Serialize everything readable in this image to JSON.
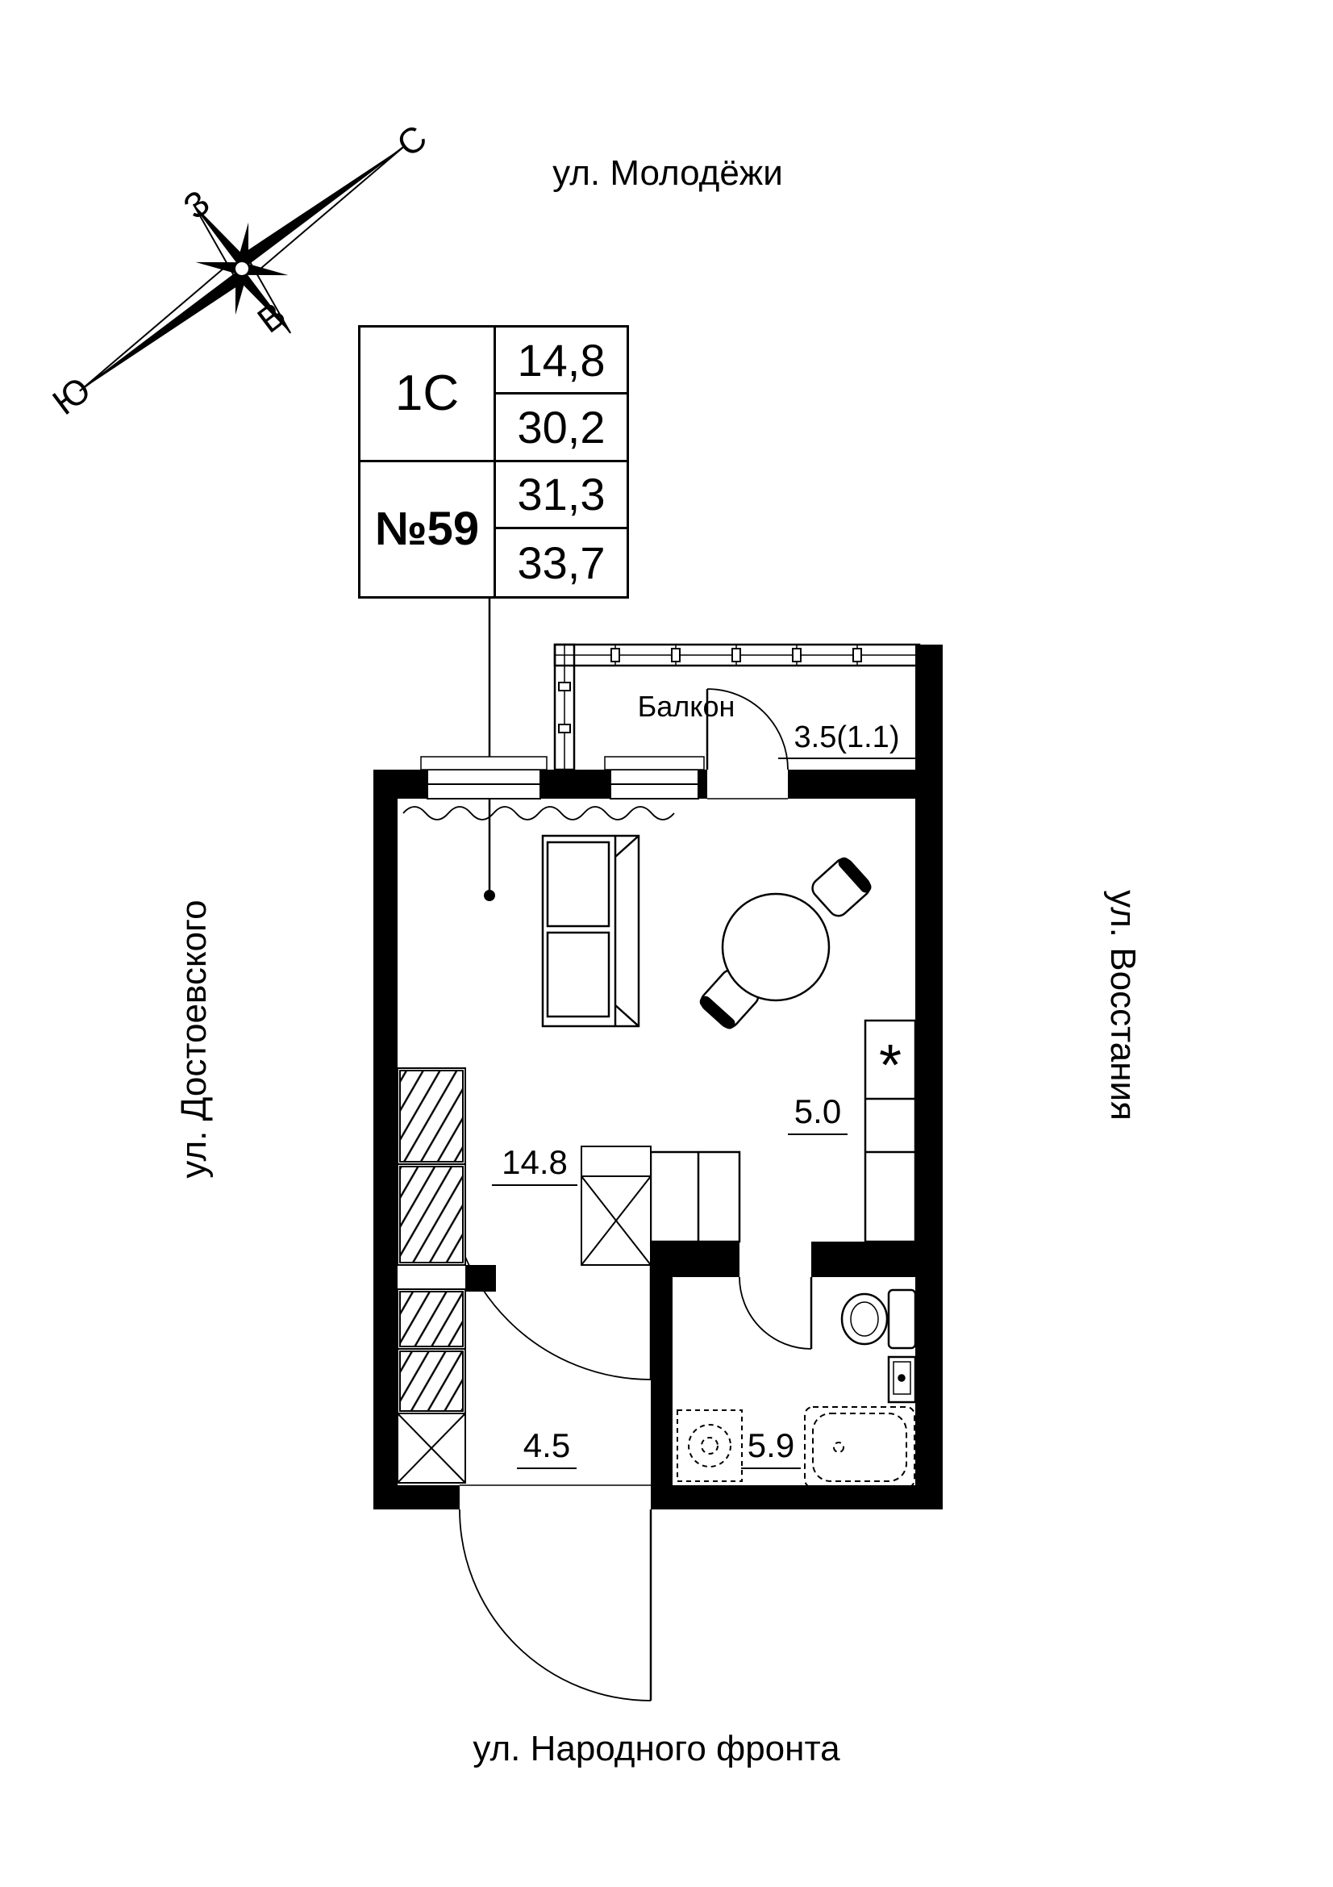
{
  "page": {
    "background": "#ffffff",
    "ink": "#000000"
  },
  "streets": {
    "top": "ул. Молодёжи",
    "left": "ул. Достоевского",
    "right": "ул. Восстания",
    "bottom": "ул. Народного фронта"
  },
  "compass": {
    "north": "С",
    "east": "В",
    "south": "Ю",
    "west": "З"
  },
  "apartment_card": {
    "type": "1С",
    "number": "№59",
    "areas": [
      "14,8",
      "30,2",
      "31,3",
      "33,7"
    ]
  },
  "plan_labels": {
    "balcony": "Балкон",
    "balcony_area": "3.5(1.1)",
    "living_area": "14.8",
    "kitchen_area": "5.0",
    "hall_area": "4.5",
    "bathroom_area": "5.9",
    "stove_symbol": "*"
  }
}
